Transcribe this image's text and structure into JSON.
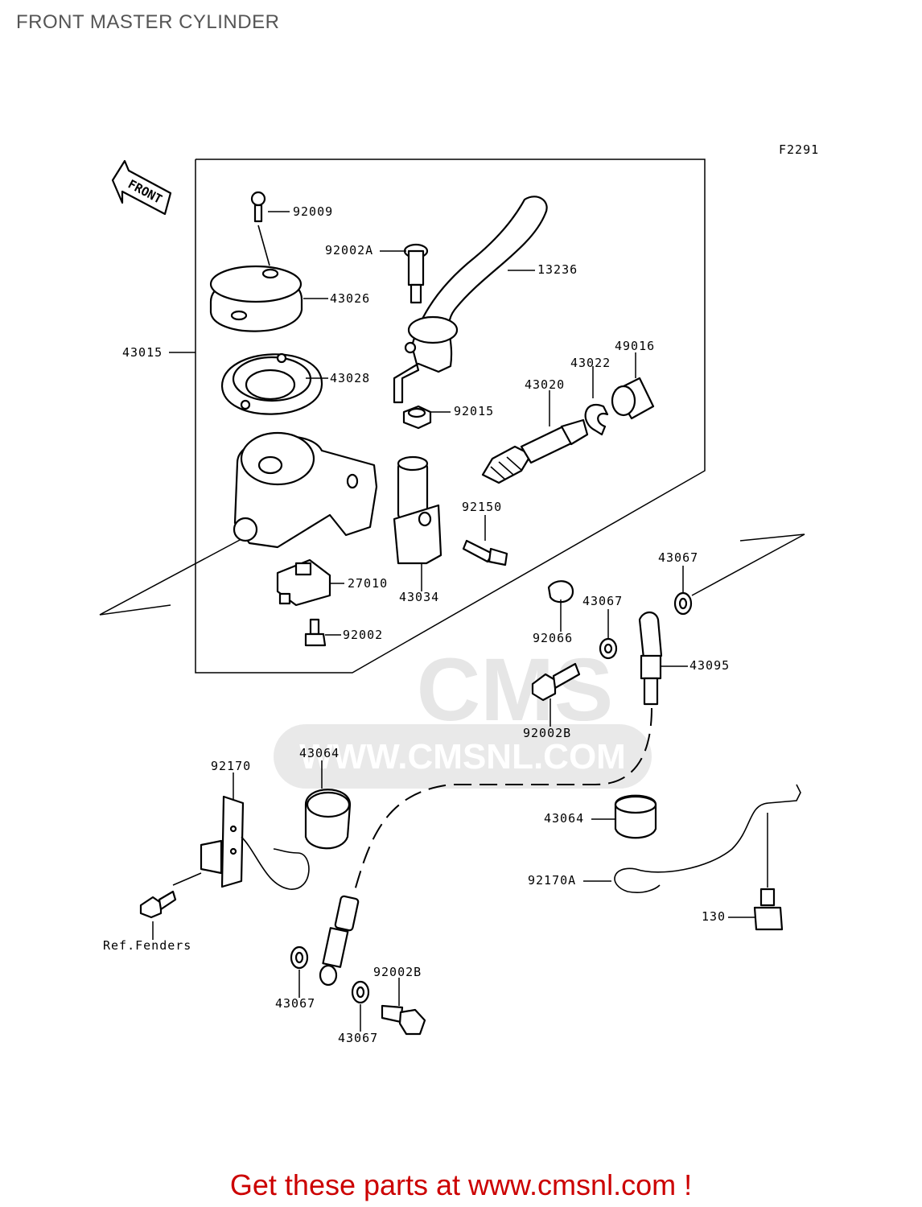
{
  "title": "FRONT MASTER CYLINDER",
  "figure_code": "F2291",
  "front_marker": "FRONT",
  "watermark": {
    "brand": "CMS",
    "url": "WWW.CMSNL.COM"
  },
  "footer": "Get these parts at www.cmsnl.com !",
  "parts": [
    {
      "id": "92009",
      "label": "92009"
    },
    {
      "id": "92002A",
      "label": "92002A"
    },
    {
      "id": "13236",
      "label": "13236"
    },
    {
      "id": "43026",
      "label": "43026"
    },
    {
      "id": "43015",
      "label": "43015"
    },
    {
      "id": "43028",
      "label": "43028"
    },
    {
      "id": "49016",
      "label": "49016"
    },
    {
      "id": "43022",
      "label": "43022"
    },
    {
      "id": "43020",
      "label": "43020"
    },
    {
      "id": "92015",
      "label": "92015"
    },
    {
      "id": "92150",
      "label": "92150"
    },
    {
      "id": "27010",
      "label": "27010"
    },
    {
      "id": "43034",
      "label": "43034"
    },
    {
      "id": "92002",
      "label": "92002"
    },
    {
      "id": "92066",
      "label": "92066"
    },
    {
      "id": "43067-a",
      "label": "43067"
    },
    {
      "id": "43067-b",
      "label": "43067"
    },
    {
      "id": "43095",
      "label": "43095"
    },
    {
      "id": "92002B-a",
      "label": "92002B"
    },
    {
      "id": "43064-a",
      "label": "43064"
    },
    {
      "id": "92170",
      "label": "92170"
    },
    {
      "id": "43064-b",
      "label": "43064"
    },
    {
      "id": "92170A",
      "label": "92170A"
    },
    {
      "id": "130",
      "label": "130"
    },
    {
      "id": "ref-fenders",
      "label": "Ref.Fenders"
    },
    {
      "id": "92002B-b",
      "label": "92002B"
    },
    {
      "id": "43067-c",
      "label": "43067"
    },
    {
      "id": "43067-d",
      "label": "43067"
    }
  ]
}
